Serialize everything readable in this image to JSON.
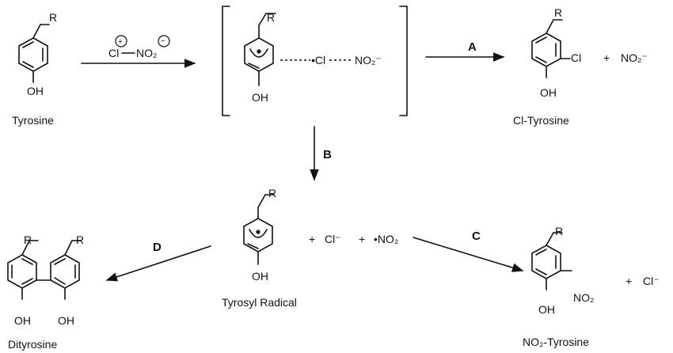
{
  "compounds": {
    "tyrosine": "Tyrosine",
    "cl_tyrosine": "Cl-Tyrosine",
    "tyrosyl_radical": "Tyrosyl Radical",
    "dityrosine": "Dityrosine",
    "no2_tyrosine": "NO₂-Tyrosine"
  },
  "atoms": {
    "r": "R",
    "oh": "OH",
    "cl": "Cl",
    "no2": "NO₂",
    "nitrite": "NO₂⁻",
    "chloride": "Cl⁻",
    "no2_radical": "•NO₂",
    "cl_radical": "•Cl",
    "plus": "+"
  },
  "reagent": {
    "cl": "Cl",
    "no2": "NO₂",
    "pos": "+",
    "neg": "−"
  },
  "arrows": {
    "a": "A",
    "b": "B",
    "c": "C",
    "d": "D"
  }
}
